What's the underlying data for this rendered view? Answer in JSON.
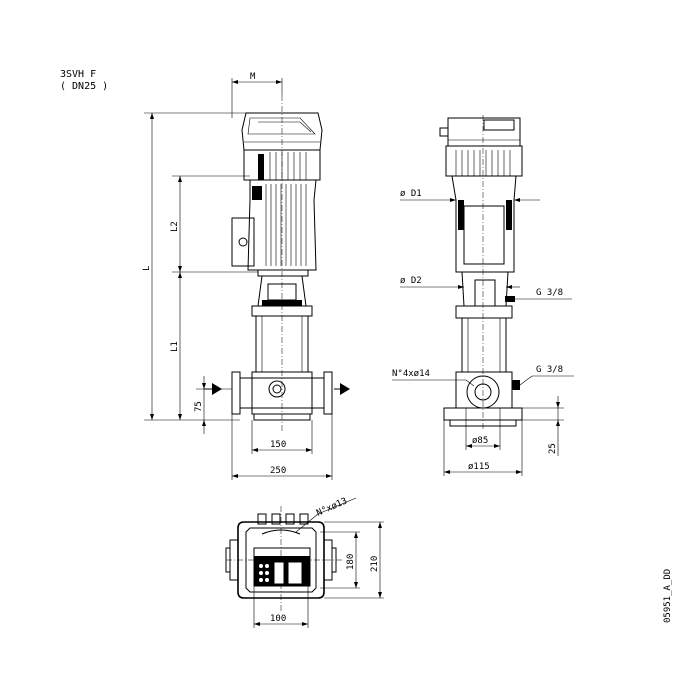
{
  "model": {
    "line1": "3SVH F",
    "line2": "( DN25 )"
  },
  "drawing_code": "05951_A_DD",
  "front_view": {
    "dim_M": "M",
    "dim_L": "L",
    "dim_L1": "L1",
    "dim_L2": "L2",
    "dim_75": "75",
    "dim_150": "150",
    "dim_250": "250"
  },
  "side_view": {
    "dim_D1": "ø D1",
    "dim_D2": "ø D2",
    "port_top": "G 3/8",
    "port_bottom": "G 3/8",
    "holes": "N°4xø14",
    "dim_85": "ø85",
    "dim_115": "ø115",
    "dim_25": "25"
  },
  "top_view": {
    "holes": "N°xø13",
    "dim_180": "180",
    "dim_210": "210",
    "dim_100": "100"
  }
}
